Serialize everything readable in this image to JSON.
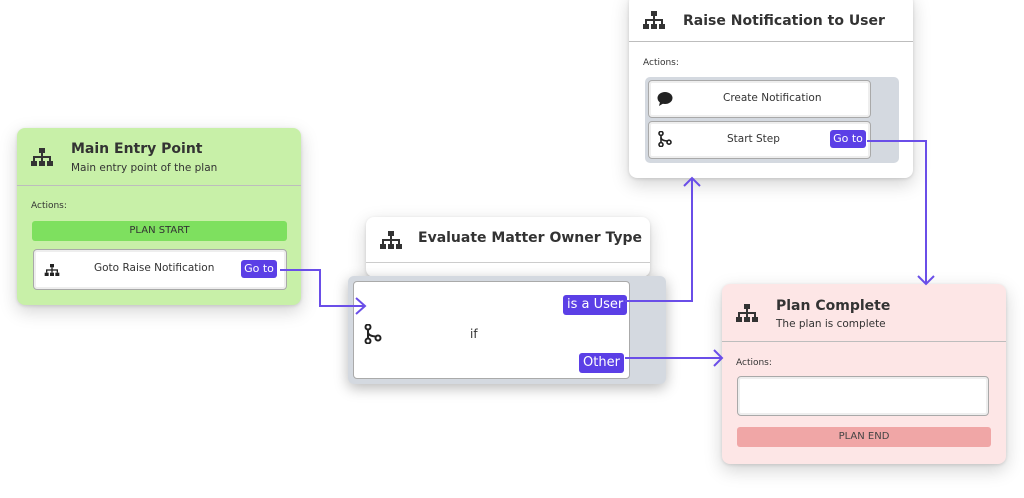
{
  "main_entry": {
    "title": "Main Entry Point",
    "subtitle": "Main entry point of the plan",
    "actions_label": "Actions:",
    "plan_start_label": "PLAN START",
    "step_label": "Goto Raise Notification",
    "goto_label": "Go to",
    "icon": "sitemap-icon",
    "bg_color": "#c8f0a8",
    "bar_color": "#7ee05f"
  },
  "evaluate": {
    "title": "Evaluate Matter Owner Type",
    "condition_label": "if",
    "branches": [
      "is a User",
      "Other"
    ],
    "icon": "sitemap-icon",
    "branch_icon": "fork-icon"
  },
  "raise_notification": {
    "title": "Raise Notification to User",
    "actions_label": "Actions:",
    "steps": [
      {
        "label": "Create Notification",
        "icon": "speech-bubble-icon"
      },
      {
        "label": "Start Step",
        "icon": "fork-icon",
        "goto_label": "Go to"
      }
    ]
  },
  "plan_complete": {
    "title": "Plan Complete",
    "subtitle": "The plan is complete",
    "actions_label": "Actions:",
    "plan_end_label": "PLAN END",
    "bg_color": "#fde6e6",
    "bar_color": "#f0a6a6"
  },
  "colors": {
    "accent": "#5b3fe6",
    "connector": "#6a4ee8"
  }
}
